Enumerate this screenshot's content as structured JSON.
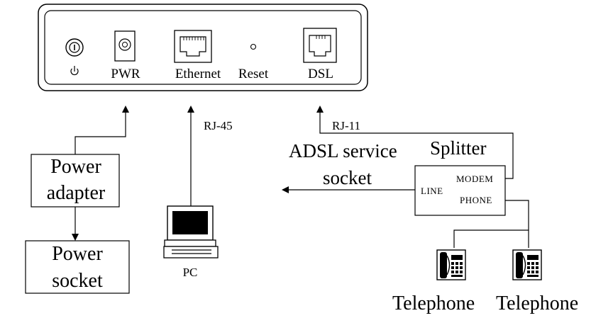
{
  "router_panel": {
    "ports": {
      "power_switch_symbol": "⏻",
      "pwr": "PWR",
      "ethernet": "Ethernet",
      "reset": "Reset",
      "dsl": "DSL"
    }
  },
  "connections": {
    "rj45": "RJ-45",
    "rj11": "RJ-11"
  },
  "power_adapter": {
    "line1": "Power",
    "line2": "adapter"
  },
  "power_socket": {
    "line1": "Power",
    "line2": "socket"
  },
  "pc": {
    "label": "PC"
  },
  "adsl_socket": {
    "line1": "ADSL service",
    "line2": "socket"
  },
  "splitter": {
    "title": "Splitter",
    "line_port": "LINE",
    "modem_port": "MODEM",
    "phone_port": "PHONE"
  },
  "telephones": [
    {
      "label": "Telephone"
    },
    {
      "label": "Telephone"
    }
  ]
}
